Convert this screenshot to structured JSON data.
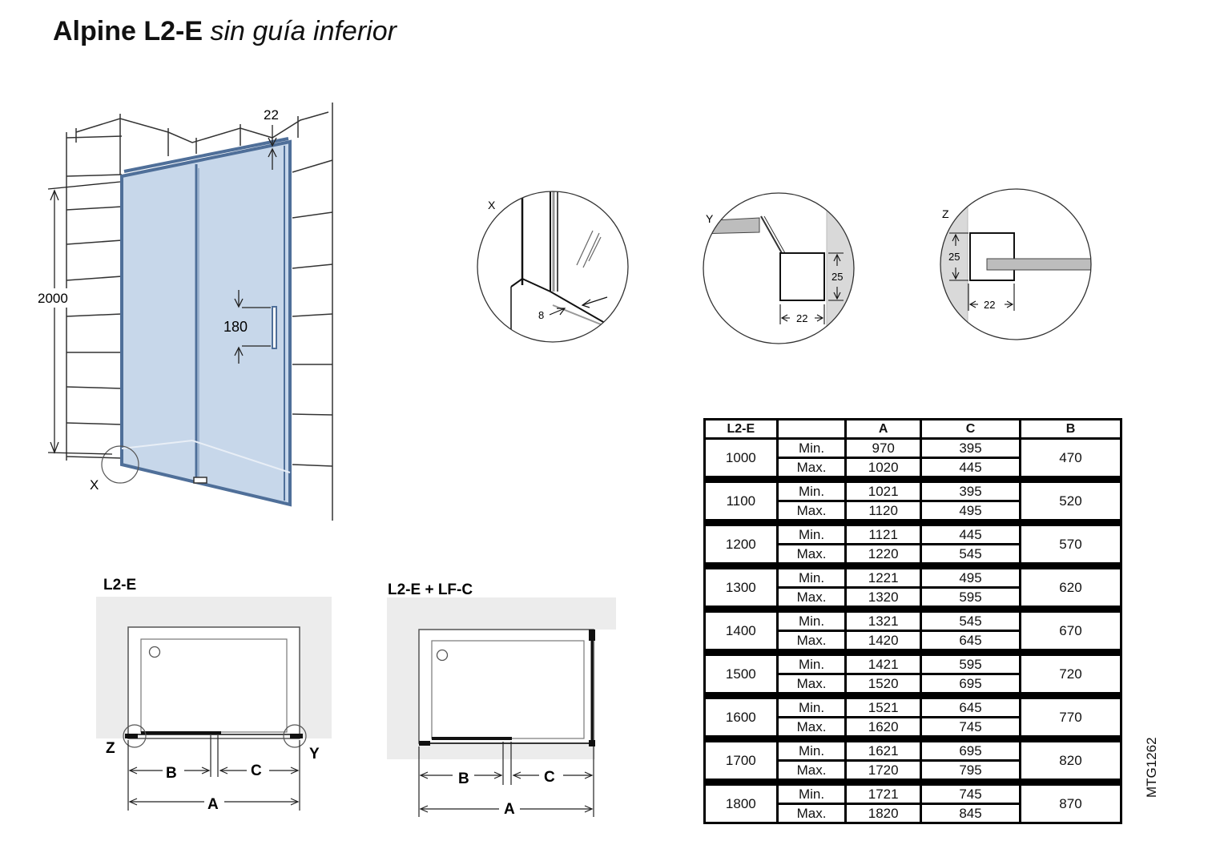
{
  "title": {
    "model": "Alpine L2-E",
    "subtitle": "sin guía inferior"
  },
  "main_drawing": {
    "dim_height": "2000",
    "dim_top": "22",
    "dim_handle": "180",
    "detail_label": "X"
  },
  "details": {
    "x": {
      "label": "X",
      "dim": "8"
    },
    "y": {
      "label": "Y",
      "dim_height": "25",
      "dim_width": "22"
    },
    "z": {
      "label": "Z",
      "dim_height": "25",
      "dim_width": "22"
    }
  },
  "plan_l2e": {
    "title": "L2-E",
    "z": "Z",
    "y": "Y",
    "b": "B",
    "c": "C",
    "a": "A"
  },
  "plan_l2e_lfc": {
    "title": "L2-E + LF-C",
    "b": "B",
    "c": "C",
    "a": "A"
  },
  "table": {
    "headers": [
      "L2-E",
      "",
      "A",
      "C",
      "B"
    ],
    "min_label": "Min.",
    "max_label": "Max.",
    "rows": [
      {
        "size": "1000",
        "a_min": "970",
        "a_max": "1020",
        "c_min": "395",
        "c_max": "445",
        "b": "470"
      },
      {
        "size": "1100",
        "a_min": "1021",
        "a_max": "1120",
        "c_min": "395",
        "c_max": "495",
        "b": "520"
      },
      {
        "size": "1200",
        "a_min": "1121",
        "a_max": "1220",
        "c_min": "445",
        "c_max": "545",
        "b": "570"
      },
      {
        "size": "1300",
        "a_min": "1221",
        "a_max": "1320",
        "c_min": "495",
        "c_max": "595",
        "b": "620"
      },
      {
        "size": "1400",
        "a_min": "1321",
        "a_max": "1420",
        "c_min": "545",
        "c_max": "645",
        "b": "670"
      },
      {
        "size": "1500",
        "a_min": "1421",
        "a_max": "1520",
        "c_min": "595",
        "c_max": "695",
        "b": "720"
      },
      {
        "size": "1600",
        "a_min": "1521",
        "a_max": "1620",
        "c_min": "645",
        "c_max": "745",
        "b": "770"
      },
      {
        "size": "1700",
        "a_min": "1621",
        "a_max": "1720",
        "c_min": "695",
        "c_max": "795",
        "b": "820"
      },
      {
        "size": "1800",
        "a_min": "1721",
        "a_max": "1820",
        "c_min": "745",
        "c_max": "845",
        "b": "870"
      }
    ]
  },
  "code": "MTG1262",
  "colors": {
    "glass": "#c7d7ea",
    "frame": "#4f6f99",
    "wall": "#ececec",
    "line": "#222222"
  }
}
